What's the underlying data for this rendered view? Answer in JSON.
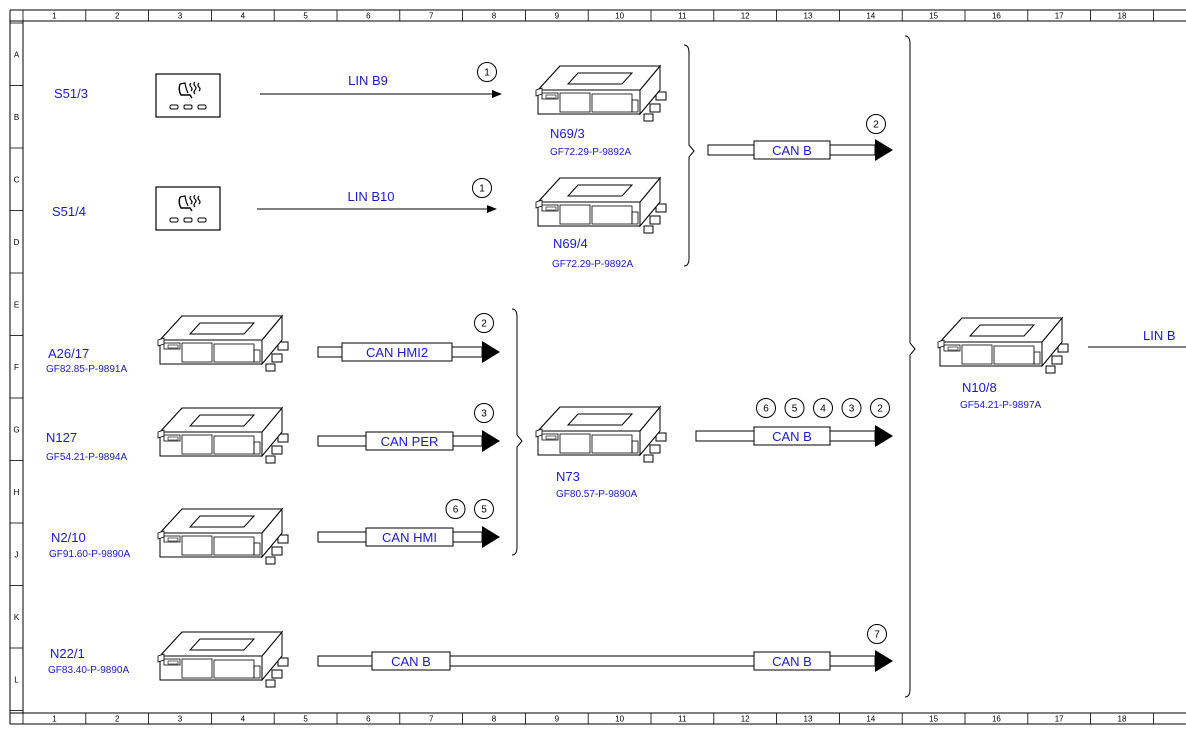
{
  "ruler": {
    "columns": [
      "1",
      "2",
      "3",
      "4",
      "5",
      "6",
      "7",
      "8",
      "9",
      "10",
      "11",
      "12",
      "13",
      "14",
      "15",
      "16",
      "17",
      "18"
    ],
    "rows": [
      "A",
      "B",
      "C",
      "D",
      "E",
      "F",
      "G",
      "H",
      "J",
      "K",
      "L"
    ]
  },
  "switches": [
    {
      "label": "S51/3"
    },
    {
      "label": "S51/4"
    }
  ],
  "modules": [
    {
      "label": "N69/3",
      "ref": "GF72.29-P-9892A"
    },
    {
      "label": "N69/4",
      "ref": "GF72.29-P-9892A"
    },
    {
      "label": "A26/17",
      "ref": "GF82.85-P-9891A"
    },
    {
      "label": "N127",
      "ref": "GF54.21-P-9894A"
    },
    {
      "label": "N2/10",
      "ref": "GF91.60-P-9890A"
    },
    {
      "label": "N22/1",
      "ref": "GF83.40-P-9890A"
    },
    {
      "label": "N73",
      "ref": "GF80.57-P-9890A"
    },
    {
      "label": "N10/8",
      "ref": "GF54.21-P-9897A"
    }
  ],
  "lin_lines": [
    {
      "label": "LIN B9",
      "markers": [
        "1"
      ]
    },
    {
      "label": "LIN B10",
      "markers": [
        "1"
      ]
    },
    {
      "label": "LIN B",
      "markers": []
    }
  ],
  "bus_arrows": [
    {
      "label": "CAN B",
      "markers": [
        "2"
      ]
    },
    {
      "label": "CAN HMI2",
      "markers": [
        "2"
      ]
    },
    {
      "label": "CAN PER",
      "markers": [
        "3"
      ]
    },
    {
      "label": "CAN HMI",
      "markers": [
        "6",
        "5"
      ]
    },
    {
      "label": "CAN B",
      "markers": [
        "6",
        "5",
        "4",
        "3",
        "2"
      ]
    },
    {
      "label": "CAN B",
      "second_label": "CAN B",
      "markers": [
        "7"
      ]
    }
  ]
}
